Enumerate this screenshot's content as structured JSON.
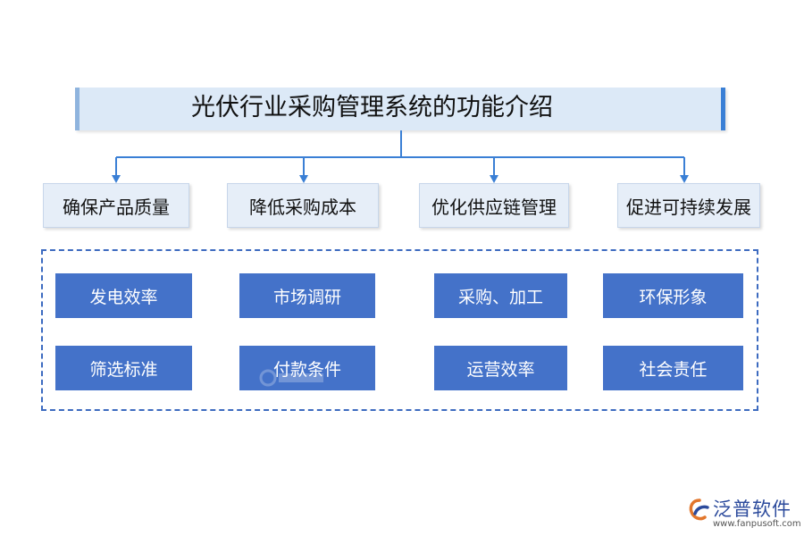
{
  "title": "光伏行业采购管理系统的功能介绍",
  "categories": [
    {
      "label": "确保产品质量"
    },
    {
      "label": "降低采购成本"
    },
    {
      "label": "优化供应链管理"
    },
    {
      "label": "促进可持续发展"
    }
  ],
  "items_row1": [
    {
      "label": "发电效率"
    },
    {
      "label": "市场调研"
    },
    {
      "label": "采购、加工"
    },
    {
      "label": "环保形象"
    }
  ],
  "items_row2": [
    {
      "label": "筛选标准"
    },
    {
      "label": "付款条件"
    },
    {
      "label": "运营效率"
    },
    {
      "label": "社会责任"
    }
  ],
  "logo": {
    "name": "泛普软件",
    "url": "www.fanpusoft.com"
  },
  "colors": {
    "connector": "#3a7fd5",
    "item_fill": "#4472c9",
    "category_fill": "#e6eef8",
    "title_fill": "#dce9f7",
    "frame_dash": "#3d6bc0"
  }
}
